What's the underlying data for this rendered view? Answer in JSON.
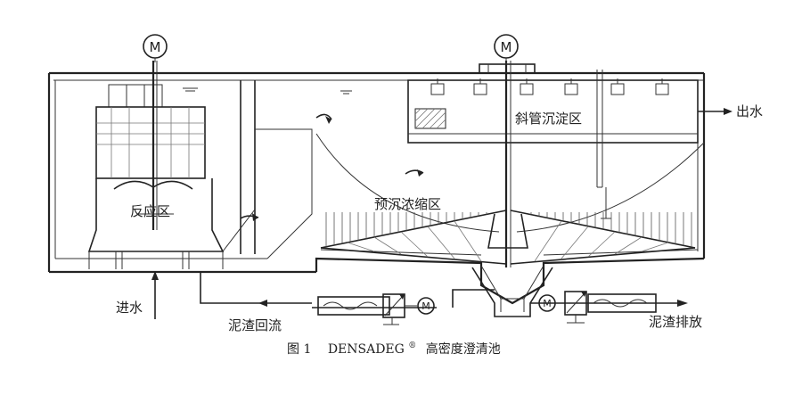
{
  "labels": {
    "reaction_zone": "反应区",
    "pre_settle_zone": "预沉浓缩区",
    "tube_settler_zone": "斜管沉淀区",
    "outlet": "出水",
    "inlet": "进水",
    "sludge_return": "泥渣回流",
    "sludge_discharge": "泥渣排放",
    "motor_symbol": "M"
  },
  "caption": {
    "figure_number": "图 1",
    "title_main": "DENSADEG",
    "title_mark": "®",
    "title_rest": "高密度澄清池"
  },
  "colors": {
    "line": "#222222",
    "background": "#ffffff"
  }
}
